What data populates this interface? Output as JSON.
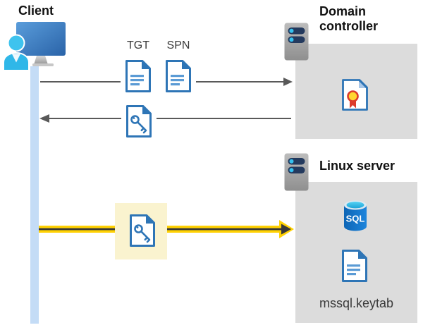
{
  "nodes": {
    "client": {
      "label": "Client"
    },
    "domain_controller": {
      "label": "Domain controller"
    },
    "linux_server": {
      "label": "Linux server"
    }
  },
  "tickets": {
    "tgt": "TGT",
    "spn": "SPN"
  },
  "linux_contents": {
    "sql_badge": "SQL",
    "keytab_file": "mssql.keytab"
  },
  "icons": {
    "client": "monitor-with-user-icon",
    "domain_controller": "server-icon",
    "linux_server": "server-icon",
    "tgt": "document-icon",
    "spn": "document-icon",
    "service_ticket": "key-document-icon",
    "certificate": "certificate-document-icon",
    "database": "sql-database-icon",
    "keytab": "document-icon"
  },
  "colors": {
    "doc_border_blue": "#2e75b6",
    "doc_line_blue": "#5b9bd5",
    "arrow_gray": "#595959",
    "accent_yellow": "#ffd103",
    "arrow_core_dark": "#383838",
    "highlight_cream": "#faf3cf",
    "box_gray": "#dcdcdc",
    "client_bar_blue": "#c4dcf6",
    "person_cyan": "#35bceb",
    "server_pill_navy": "#243a5e",
    "server_dot_cyan": "#35c1f0",
    "seal_yellow": "#ffd732",
    "seal_red": "#dd3b2b",
    "sql_blue": "#1174c9"
  }
}
